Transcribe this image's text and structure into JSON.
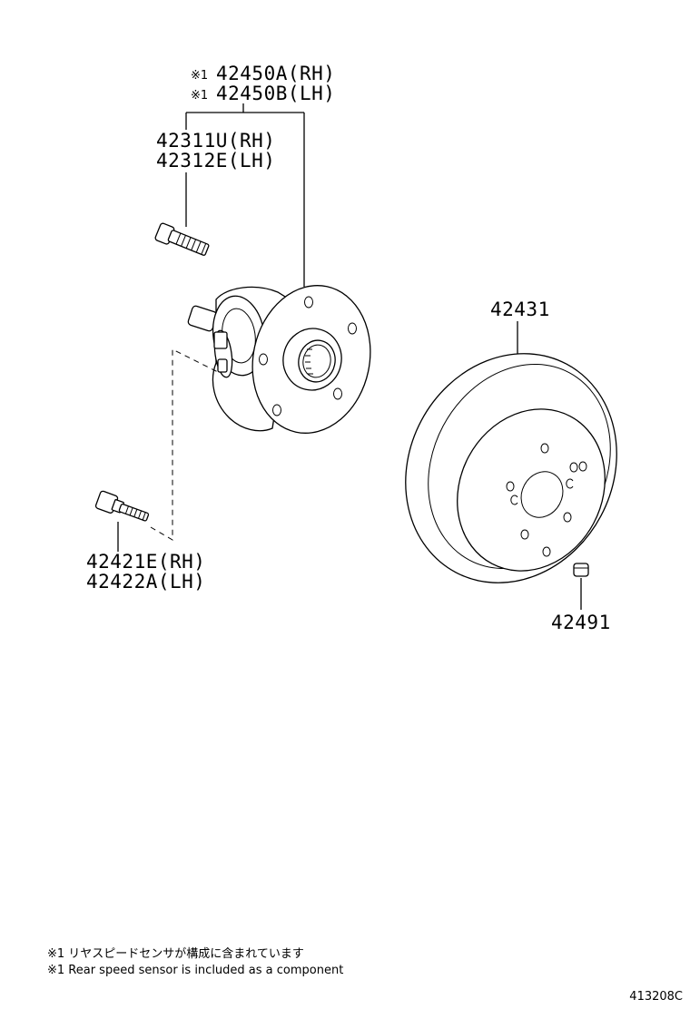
{
  "hub_bearing": {
    "rh": {
      "mark": "※1",
      "code": "42450A(RH)"
    },
    "lh": {
      "mark": "※1",
      "code": "42450B(LH)"
    }
  },
  "hub_bolt": {
    "rh": "42311U(RH)",
    "lh": "42312E(LH)"
  },
  "mount_bolt": {
    "rh": "42421E(RH)",
    "lh": "42422A(LH)"
  },
  "disc": {
    "code": "42431"
  },
  "plug": {
    "code": "42491"
  },
  "notes": {
    "jp": "※1 リヤスピードセンサが構成に含まれています",
    "en": "※1 Rear speed sensor is included as a component"
  },
  "illustration_code": "413208C"
}
